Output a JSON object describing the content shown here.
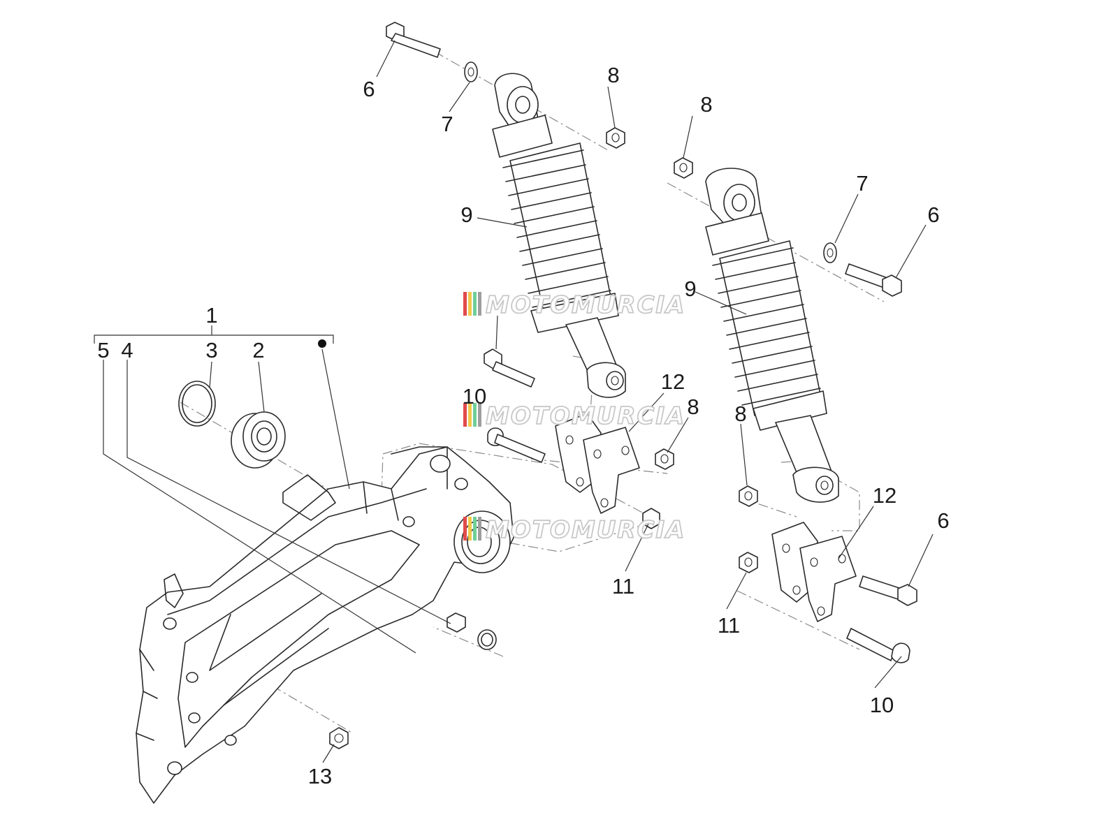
{
  "diagram": {
    "callouts": {
      "c1": "1",
      "c2": "2",
      "c3": "3",
      "c4": "4",
      "c5": "5",
      "c6a": "6",
      "c6b": "6",
      "c6c": "6",
      "c7a": "7",
      "c7b": "7",
      "c8a": "8",
      "c8b": "8",
      "c8c": "8",
      "c8d": "8",
      "c9a": "9",
      "c9b": "9",
      "c10a": "10",
      "c10b": "10",
      "c11a": "11",
      "c11b": "11",
      "c12a": "12",
      "c12b": "12",
      "c13": "13"
    },
    "watermark": {
      "text": "MOTOMURCIA",
      "colors": [
        "#e04b4b",
        "#f2c94c",
        "#6fcf97",
        "#9e9e9e"
      ]
    }
  }
}
